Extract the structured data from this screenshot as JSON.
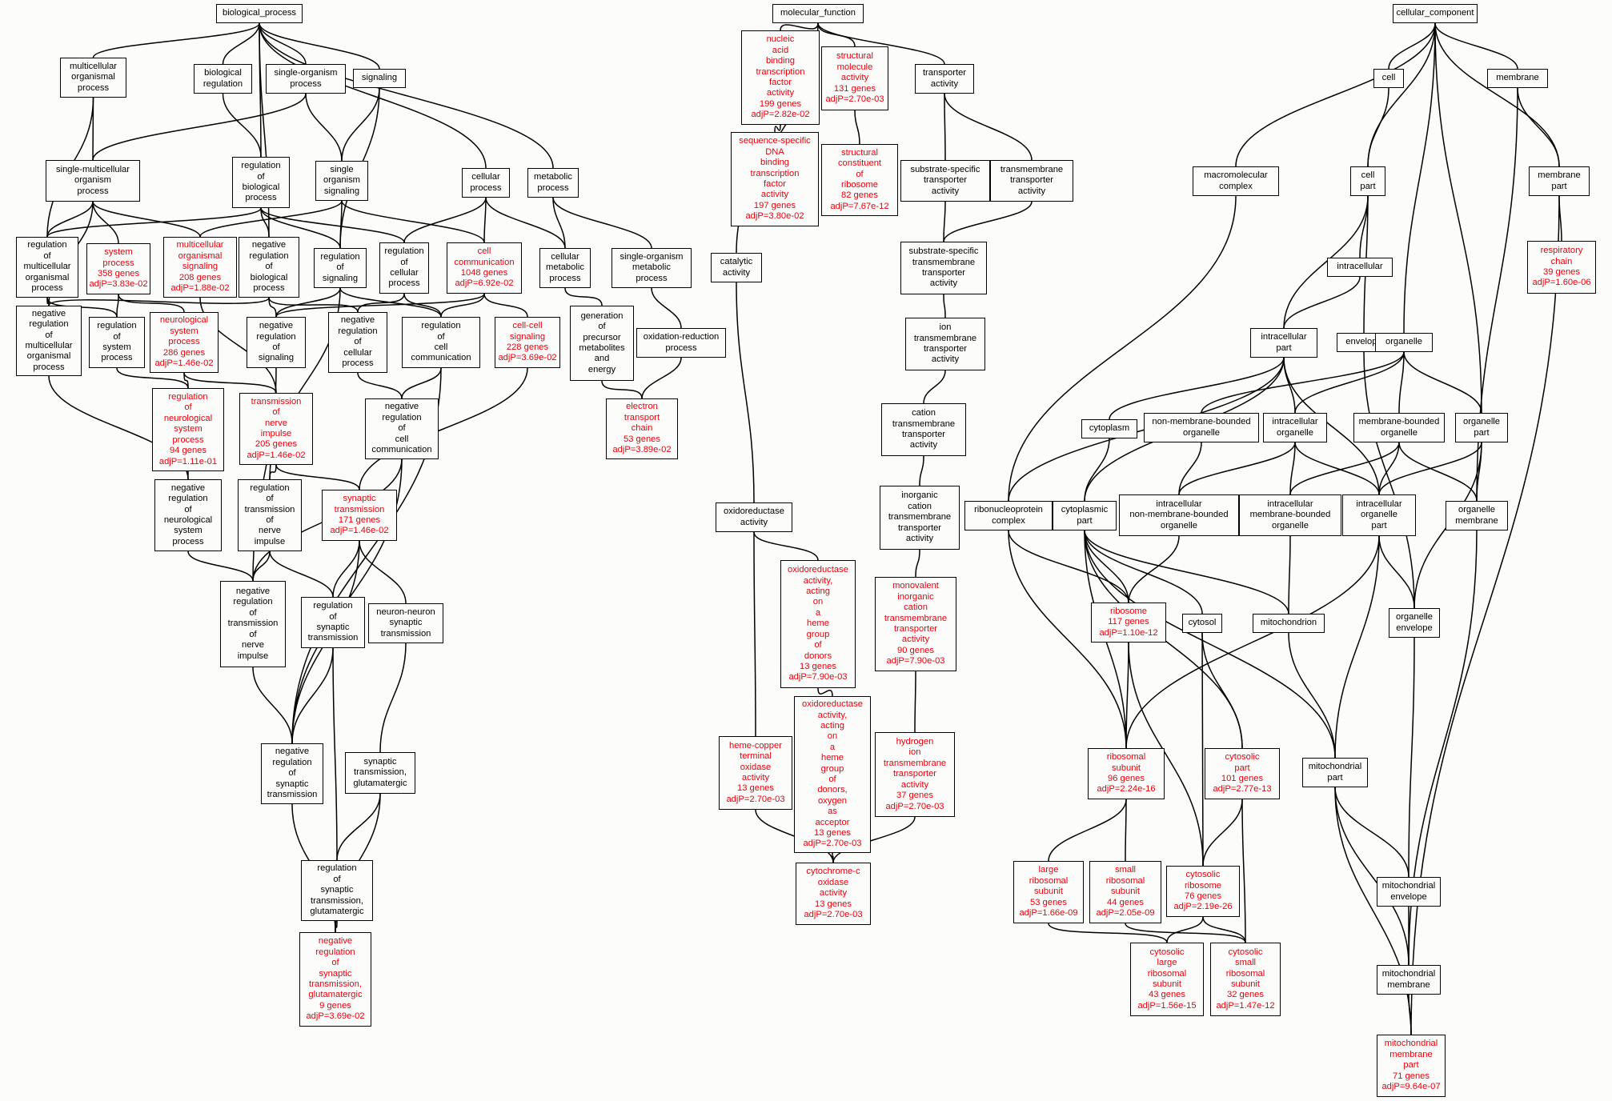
{
  "colors": {
    "significant": "#e8000c",
    "normal": "#000000",
    "edge": "#000000"
  },
  "nodes": [
    {
      "id": "bp",
      "label": "biological_process",
      "sig": false
    },
    {
      "id": "multi",
      "label": "multicellular\norganismal\nprocess",
      "sig": false
    },
    {
      "id": "bioreg",
      "label": "biological\nregulation",
      "sig": false
    },
    {
      "id": "singleorg",
      "label": "single-organism\nprocess",
      "sig": false
    },
    {
      "id": "signaling",
      "label": "signaling",
      "sig": false
    },
    {
      "id": "smop",
      "label": "single-multicellular\norganism\nprocess",
      "sig": false
    },
    {
      "id": "regbp",
      "label": "regulation\nof\nbiological\nprocess",
      "sig": false
    },
    {
      "id": "sos",
      "label": "single\norganism\nsignaling",
      "sig": false
    },
    {
      "id": "cellproc",
      "label": "cellular\nprocess",
      "sig": false
    },
    {
      "id": "metab",
      "label": "metabolic\nprocess",
      "sig": false
    },
    {
      "id": "regmop",
      "label": "regulation\nof\nmulticellular\norganismal\nprocess",
      "sig": false
    },
    {
      "id": "sysproc",
      "label": "system\nprocess\n358 genes\nadjP=3.83e-02",
      "sig": true
    },
    {
      "id": "mos",
      "label": "multicellular\norganismal\nsignaling\n208 genes\nadjP=1.88e-02",
      "sig": true
    },
    {
      "id": "negregbp",
      "label": "negative\nregulation\nof\nbiological\nprocess",
      "sig": false
    },
    {
      "id": "regsig",
      "label": "regulation\nof\nsignaling",
      "sig": false
    },
    {
      "id": "regcp",
      "label": "regulation\nof\ncellular\nprocess",
      "sig": false
    },
    {
      "id": "cellcomm",
      "label": "cell\ncommunication\n1048 genes\nadjP=6.92e-02",
      "sig": true
    },
    {
      "id": "cellmet",
      "label": "cellular\nmetabolic\nprocess",
      "sig": false
    },
    {
      "id": "somp",
      "label": "single-organism\nmetabolic\nprocess",
      "sig": false
    },
    {
      "id": "negregmop",
      "label": "negative\nregulation\nof\nmulticellular\norganismal\nprocess",
      "sig": false
    },
    {
      "id": "regsys",
      "label": "regulation\nof\nsystem\nprocess",
      "sig": false
    },
    {
      "id": "neurosys",
      "label": "neurological\nsystem\nprocess\n286 genes\nadjP=1.46e-02",
      "sig": true
    },
    {
      "id": "negregsig",
      "label": "negative\nregulation\nof\nsignaling",
      "sig": false
    },
    {
      "id": "negregcp",
      "label": "negative\nregulation\nof\ncellular\nprocess",
      "sig": false
    },
    {
      "id": "regcc",
      "label": "regulation\nof\ncell\ncommunication",
      "sig": false
    },
    {
      "id": "ccsig",
      "label": "cell-cell\nsignaling\n228 genes\nadjP=3.69e-02",
      "sig": true
    },
    {
      "id": "genprec",
      "label": "generation\nof\nprecursor\nmetabolites\nand\nenergy",
      "sig": false
    },
    {
      "id": "oxred",
      "label": "oxidation-reduction\nprocess",
      "sig": false
    },
    {
      "id": "regneuro",
      "label": "regulation\nof\nneurological\nsystem\nprocess\n94 genes\nadjP=1.11e-01",
      "sig": true
    },
    {
      "id": "tni",
      "label": "transmission\nof\nnerve\nimpulse\n205 genes\nadjP=1.46e-02",
      "sig": true
    },
    {
      "id": "negregcc",
      "label": "negative\nregulation\nof\ncell\ncommunication",
      "sig": false
    },
    {
      "id": "etc",
      "label": "electron\ntransport\nchain\n53 genes\nadjP=3.89e-02",
      "sig": true
    },
    {
      "id": "negregneuro",
      "label": "negative\nregulation\nof\nneurological\nsystem\nprocess",
      "sig": false
    },
    {
      "id": "regtni",
      "label": "regulation\nof\ntransmission\nof\nnerve\nimpulse",
      "sig": false
    },
    {
      "id": "syntrans",
      "label": "synaptic\ntransmission\n171 genes\nadjP=1.46e-02",
      "sig": true
    },
    {
      "id": "negregtni",
      "label": "negative\nregulation\nof\ntransmission\nof\nnerve\nimpulse",
      "sig": false
    },
    {
      "id": "regst",
      "label": "regulation\nof\nsynaptic\ntransmission",
      "sig": false
    },
    {
      "id": "nnst",
      "label": "neuron-neuron\nsynaptic\ntransmission",
      "sig": false
    },
    {
      "id": "negregst",
      "label": "negative\nregulation\nof\nsynaptic\ntransmission",
      "sig": false
    },
    {
      "id": "stglu",
      "label": "synaptic\ntransmission,\nglutamatergic",
      "sig": false
    },
    {
      "id": "regstglu",
      "label": "regulation\nof\nsynaptic\ntransmission,\nglutamatergic",
      "sig": false
    },
    {
      "id": "negregstglu",
      "label": "negative\nregulation\nof\nsynaptic\ntransmission,\nglutamatergic\n9 genes\nadjP=3.69e-02",
      "sig": true
    },
    {
      "id": "mf",
      "label": "molecular_function",
      "sig": false
    },
    {
      "id": "nabtf",
      "label": "nucleic\nacid\nbinding\ntranscription\nfactor\nactivity\n199 genes\nadjP=2.82e-02",
      "sig": true
    },
    {
      "id": "structmol",
      "label": "structural\nmolecule\nactivity\n131 genes\nadjP=2.70e-03",
      "sig": true
    },
    {
      "id": "transact",
      "label": "transporter\nactivity",
      "sig": false
    },
    {
      "id": "ssdna",
      "label": "sequence-specific\nDNA\nbinding\ntranscription\nfactor\nactivity\n197 genes\nadjP=3.80e-02",
      "sig": true
    },
    {
      "id": "structrib",
      "label": "structural\nconstituent\nof\nribosome\n82 genes\nadjP=7.67e-12",
      "sig": true
    },
    {
      "id": "sstrans",
      "label": "substrate-specific\ntransporter\nactivity",
      "sig": false
    },
    {
      "id": "tmtrans",
      "label": "transmembrane\ntransporter\nactivity",
      "sig": false
    },
    {
      "id": "catalytic",
      "label": "catalytic\nactivity",
      "sig": false
    },
    {
      "id": "sstmtrans",
      "label": "substrate-specific\ntransmembrane\ntransporter\nactivity",
      "sig": false
    },
    {
      "id": "iontm",
      "label": "ion\ntransmembrane\ntransporter\nactivity",
      "sig": false
    },
    {
      "id": "cationtm",
      "label": "cation\ntransmembrane\ntransporter\nactivity",
      "sig": false
    },
    {
      "id": "oxidoreductase",
      "label": "oxidoreductase\nactivity",
      "sig": false
    },
    {
      "id": "inorgcat",
      "label": "inorganic\ncation\ntransmembrane\ntransporter\nactivity",
      "sig": false
    },
    {
      "id": "oxheme",
      "label": "oxidoreductase\nactivity,\nacting\non\na\nheme\ngroup\nof\ndonors\n13 genes\nadjP=7.90e-03",
      "sig": true
    },
    {
      "id": "monoval",
      "label": "monovalent\ninorganic\ncation\ntransmembrane\ntransporter\nactivity\n90 genes\nadjP=7.90e-03",
      "sig": true
    },
    {
      "id": "oxhemeo2",
      "label": "oxidoreductase\nactivity,\nacting\non\na\nheme\ngroup\nof\ndonors,\noxygen\nas\nacceptor\n13 genes\nadjP=2.70e-03",
      "sig": true
    },
    {
      "id": "hemecu",
      "label": "heme-copper\nterminal\noxidase\nactivity\n13 genes\nadjP=2.70e-03",
      "sig": true
    },
    {
      "id": "hydrogen",
      "label": "hydrogen\nion\ntransmembrane\ntransporter\nactivity\n37 genes\nadjP=2.70e-03",
      "sig": true
    },
    {
      "id": "cytc",
      "label": "cytochrome-c\noxidase\nactivity\n13 genes\nadjP=2.70e-03",
      "sig": true
    },
    {
      "id": "cc",
      "label": "cellular_component",
      "sig": false
    },
    {
      "id": "cell",
      "label": "cell",
      "sig": false
    },
    {
      "id": "membrane",
      "label": "membrane",
      "sig": false
    },
    {
      "id": "macro",
      "label": "macromolecular\ncomplex",
      "sig": false
    },
    {
      "id": "cellpart",
      "label": "cell\npart",
      "sig": false
    },
    {
      "id": "mempart",
      "label": "membrane\npart",
      "sig": false
    },
    {
      "id": "resp",
      "label": "respiratory\nchain\n39 genes\nadjP=1.60e-06",
      "sig": true
    },
    {
      "id": "intracell",
      "label": "intracellular",
      "sig": false
    },
    {
      "id": "icpart",
      "label": "intracellular\npart",
      "sig": false
    },
    {
      "id": "envelope",
      "label": "envelope",
      "sig": false
    },
    {
      "id": "organelle",
      "label": "organelle",
      "sig": false
    },
    {
      "id": "cytoplasm",
      "label": "cytoplasm",
      "sig": false
    },
    {
      "id": "nmbo",
      "label": "non-membrane-bounded\norganelle",
      "sig": false
    },
    {
      "id": "icorg",
      "label": "intracellular\norganelle",
      "sig": false
    },
    {
      "id": "mbo",
      "label": "membrane-bounded\norganelle",
      "sig": false
    },
    {
      "id": "orgpart",
      "label": "organelle\npart",
      "sig": false
    },
    {
      "id": "rnp",
      "label": "ribonucleoprotein\ncomplex",
      "sig": false
    },
    {
      "id": "cytopart",
      "label": "cytoplasmic\npart",
      "sig": false
    },
    {
      "id": "icnmbo",
      "label": "intracellular\nnon-membrane-bounded\norganelle",
      "sig": false
    },
    {
      "id": "icmbo",
      "label": "intracellular\nmembrane-bounded\norganelle",
      "sig": false
    },
    {
      "id": "icorgpart",
      "label": "intracellular\norganelle\npart",
      "sig": false
    },
    {
      "id": "orgmem",
      "label": "organelle\nmembrane",
      "sig": false
    },
    {
      "id": "ribosome",
      "label": "ribosome\n117 genes\nadjP=1.10e-12",
      "sig": true
    },
    {
      "id": "cytosol",
      "label": "cytosol",
      "sig": false
    },
    {
      "id": "mito",
      "label": "mitochondrion",
      "sig": false
    },
    {
      "id": "orgenv",
      "label": "organelle\nenvelope",
      "sig": false
    },
    {
      "id": "ribsub",
      "label": "ribosomal\nsubunit\n96 genes\nadjP=2.24e-16",
      "sig": true
    },
    {
      "id": "cytpart",
      "label": "cytosolic\npart\n101 genes\nadjP=2.77e-13",
      "sig": true
    },
    {
      "id": "mitopart",
      "label": "mitochondrial\npart",
      "sig": false
    },
    {
      "id": "lrs",
      "label": "large\nribosomal\nsubunit\n53 genes\nadjP=1.66e-09",
      "sig": true
    },
    {
      "id": "srs",
      "label": "small\nribosomal\nsubunit\n44 genes\nadjP=2.05e-09",
      "sig": true
    },
    {
      "id": "cytrib",
      "label": "cytosolic\nribosome\n76 genes\nadjP=2.19e-26",
      "sig": true
    },
    {
      "id": "mitoenv",
      "label": "mitochondrial\nenvelope",
      "sig": false
    },
    {
      "id": "cytlrs",
      "label": "cytosolic\nlarge\nribosomal\nsubunit\n43 genes\nadjP=1.56e-15",
      "sig": true
    },
    {
      "id": "cytsrs",
      "label": "cytosolic\nsmall\nribosomal\nsubunit\n32 genes\nadjP=1.47e-12",
      "sig": true
    },
    {
      "id": "mitomem",
      "label": "mitochondrial\nmembrane",
      "sig": false
    },
    {
      "id": "mitomempart",
      "label": "mitochondrial\nmembrane\npart\n71 genes\nadjP=9.64e-07",
      "sig": true
    }
  ]
}
